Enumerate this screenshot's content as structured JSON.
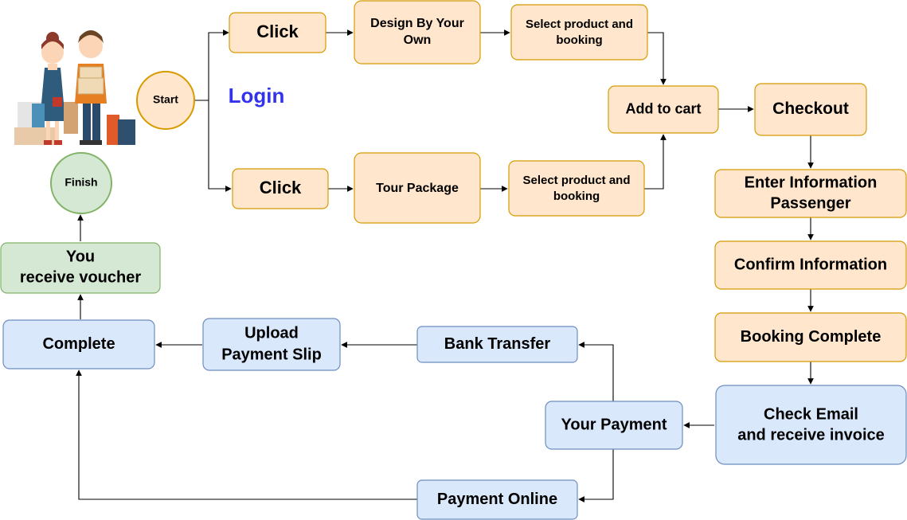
{
  "colors": {
    "orange_fill": "#ffe6cc",
    "orange_stroke": "#d79b00",
    "blue_fill": "#dae8fc",
    "blue_stroke": "#6c8ebf",
    "green_fill": "#d5e8d4",
    "green_stroke": "#82b366",
    "login_text": "#3333ee"
  },
  "illustration": "shoppers-with-bags-icon",
  "start": "Start",
  "login": "Login",
  "click_1": "Click",
  "click_2": "Click",
  "design_line1": "Design By Your",
  "design_line2": "Own",
  "tour_package": "Tour Package",
  "select_1_line1": "Select product and",
  "select_1_line2": "booking",
  "select_2_line1": "Select product and",
  "select_2_line2": "booking",
  "add_to_cart": "Add to cart",
  "checkout": "Checkout",
  "enter_line1": "Enter Information",
  "enter_line2": "Passenger",
  "confirm": "Confirm Information",
  "booking_complete": "Booking Complete",
  "check_line1": "Check Email",
  "check_line2": "and receive invoice",
  "your_payment": "Your Payment",
  "bank_transfer": "Bank Transfer",
  "payment_online": "Payment Online",
  "upload_line1": "Upload",
  "upload_line2": "Payment Slip",
  "complete": "Complete",
  "voucher_line1": "You",
  "voucher_line2": "receive voucher",
  "finish": "Finish"
}
